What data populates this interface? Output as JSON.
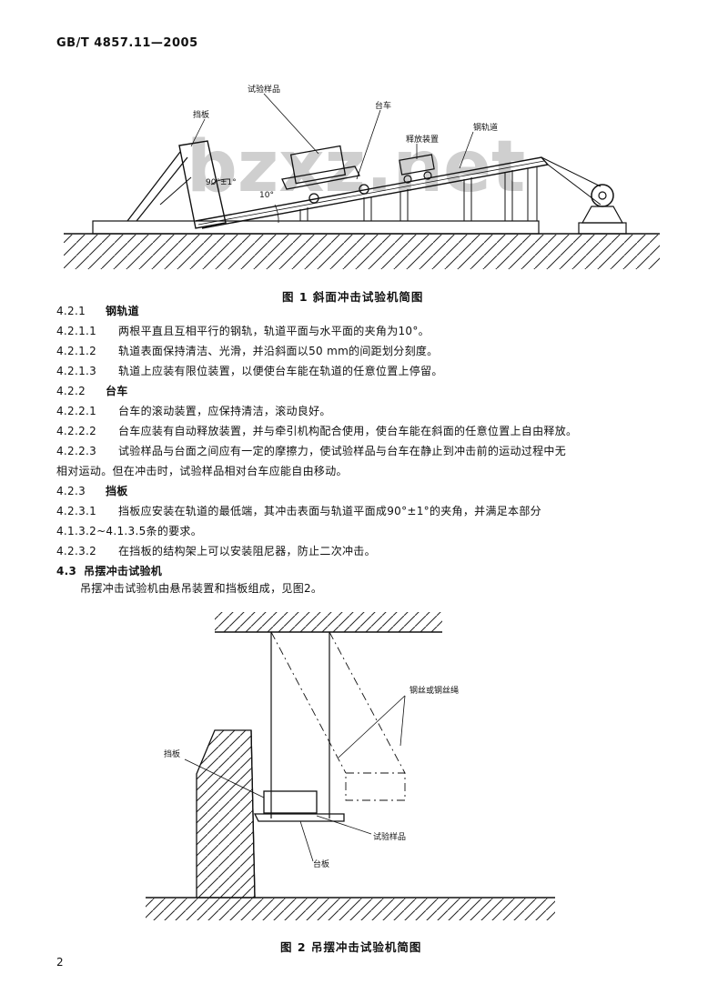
{
  "header": {
    "standard": "GB/T 4857.11—2005"
  },
  "figure1": {
    "caption": "图 1  斜面冲击试验机简图",
    "watermark": "bzxz.net",
    "labels": {
      "specimen": "试验样品",
      "carriage": "台车",
      "release": "释放装置",
      "rail": "钢轨道",
      "baffle": "挡板",
      "angle_a": "90°±1°",
      "angle_b": "10°"
    }
  },
  "body": [
    {
      "num": "4.2.1",
      "text": "钢轨道",
      "level": "h3"
    },
    {
      "num": "4.2.1.1",
      "text": "两根平直且互相平行的钢轨，轨道平面与水平面的夹角为10°。",
      "level": "p"
    },
    {
      "num": "4.2.1.2",
      "text": "轨道表面保持清洁、光滑，并沿斜面以50 mm的间距划分刻度。",
      "level": "p"
    },
    {
      "num": "4.2.1.3",
      "text": "轨道上应装有限位装置，以便使台车能在轨道的任意位置上停留。",
      "level": "p"
    },
    {
      "num": "4.2.2",
      "text": "台车",
      "level": "h3"
    },
    {
      "num": "4.2.2.1",
      "text": "台车的滚动装置，应保持清洁，滚动良好。",
      "level": "p"
    },
    {
      "num": "4.2.2.2",
      "text": "台车应装有自动释放装置，并与牵引机构配合使用，使台车能在斜面的任意位置上自由释放。",
      "level": "p"
    },
    {
      "num": "4.2.2.3",
      "text": "试验样品与台面之间应有一定的摩擦力，使试验样品与台车在静止到冲击前的运动过程中无",
      "level": "p"
    },
    {
      "num": "",
      "text": "相对运动。但在冲击时，试验样品相对台车应能自由移动。",
      "level": "cont"
    },
    {
      "num": "4.2.3",
      "text": "挡板",
      "level": "h3"
    },
    {
      "num": "4.2.3.1",
      "text": "挡板应安装在轨道的最低端，其冲击表面与轨道平面成90°±1°的夹角，并满足本部分",
      "level": "p"
    },
    {
      "num": "",
      "text": "4.1.3.2~4.1.3.5条的要求。",
      "level": "cont"
    },
    {
      "num": "4.2.3.2",
      "text": "在挡板的结构架上可以安装阻尼器，防止二次冲击。",
      "level": "p"
    },
    {
      "num": "4.3",
      "text": "吊摆冲击试验机",
      "level": "h2"
    },
    {
      "num": "",
      "text": "吊摆冲击试验机由悬吊装置和挡板组成，见图2。",
      "level": "indent"
    }
  ],
  "figure2": {
    "caption": "图 2  吊摆冲击试验机简图",
    "labels": {
      "cords": "钢丝或钢丝绳",
      "baffle": "挡板",
      "specimen": "试验样品",
      "platform": "台板"
    }
  },
  "page_number": "2"
}
